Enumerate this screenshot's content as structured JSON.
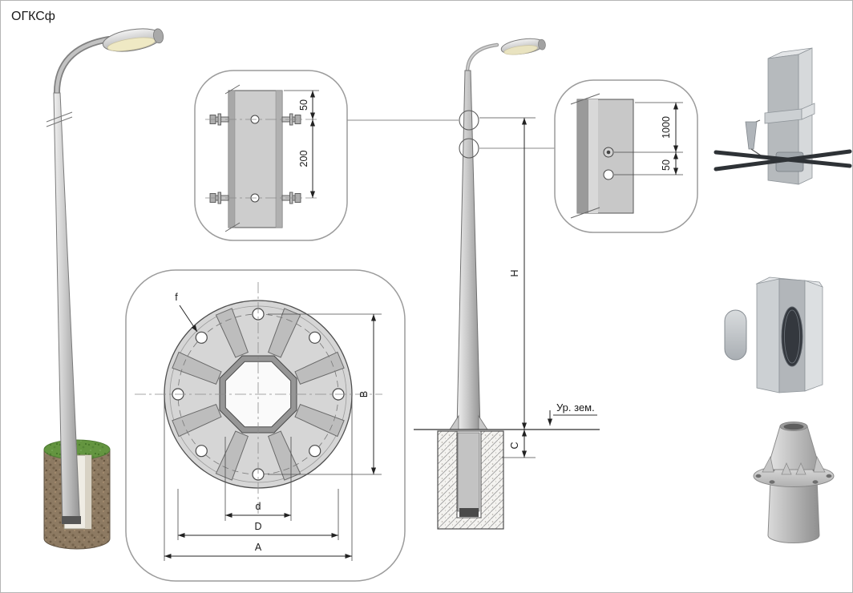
{
  "page": {
    "title": "ОГКСф"
  },
  "joint_detail": {
    "dim_top": "50",
    "dim_bottom": "200"
  },
  "hole_detail": {
    "dim_top": "1000",
    "dim_bottom": "50"
  },
  "flange_detail": {
    "hole_label": "f",
    "dim_b": "B",
    "dim_d": "d",
    "dim_dd": "D",
    "dim_a": "A"
  },
  "elevation": {
    "dim_height": "H",
    "dim_depth": "C",
    "ground_label": "Ур. зем."
  }
}
